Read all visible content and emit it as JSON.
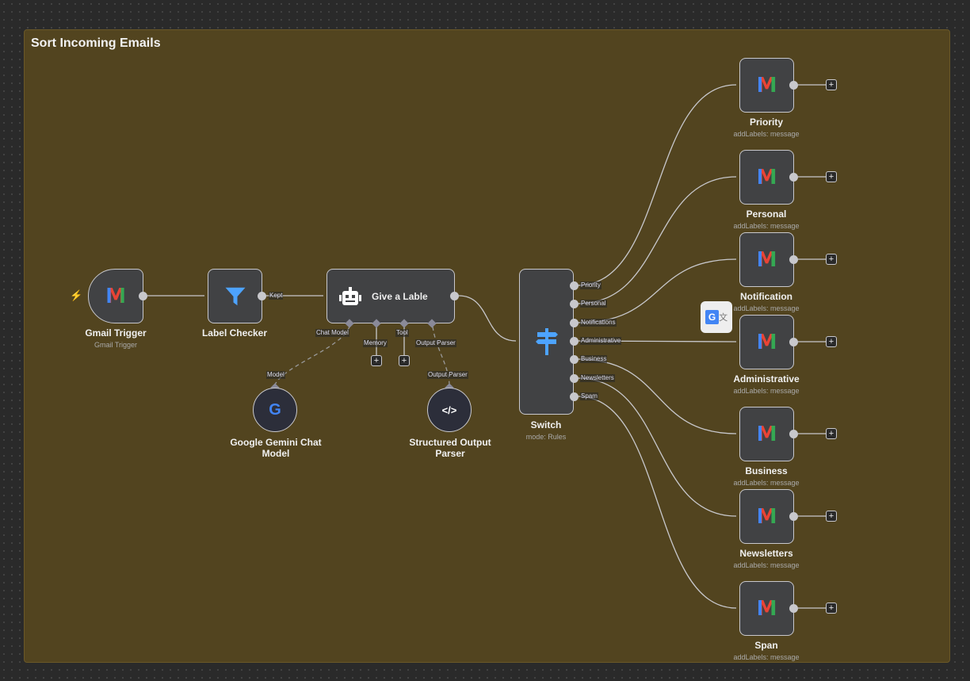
{
  "sticky": {
    "title": "Sort Incoming Emails",
    "color": "#52441f"
  },
  "nodes": {
    "gmail_trigger": {
      "title": "Gmail Trigger",
      "subtitle": "Gmail Trigger",
      "icon": "gmail-icon"
    },
    "label_checker": {
      "title": "Label Checker",
      "icon": "filter-icon",
      "output": "Kept"
    },
    "agent": {
      "title": "Give a Lable",
      "icon": "robot-icon",
      "ports": [
        "Chat Model",
        "Memory",
        "Tool",
        "Output Parser"
      ]
    },
    "gemini": {
      "title": "Google Gemini Chat Model",
      "port": "Model",
      "icon": "google-icon"
    },
    "parser": {
      "title": "Structured Output Parser",
      "port": "Output Parser",
      "icon": "code-icon"
    },
    "switch": {
      "title": "Switch",
      "subtitle": "mode: Rules",
      "icon": "signpost-icon",
      "outputs": [
        "Priority",
        "Personal",
        "Notifications",
        "Administrative",
        "Business",
        "Newsletters",
        "Spam"
      ]
    }
  },
  "outputs": [
    {
      "title": "Priority",
      "subtitle": "addLabels: message"
    },
    {
      "title": "Personal",
      "subtitle": "addLabels: message"
    },
    {
      "title": "Notification",
      "subtitle": "addLabels: message"
    },
    {
      "title": "Administrative",
      "subtitle": "addLabels: message"
    },
    {
      "title": "Business",
      "subtitle": "addLabels: message"
    },
    {
      "title": "Newsletters",
      "subtitle": "addLabels: message"
    },
    {
      "title": "Span",
      "subtitle": "addLabels: message"
    }
  ],
  "plus_label": "+"
}
